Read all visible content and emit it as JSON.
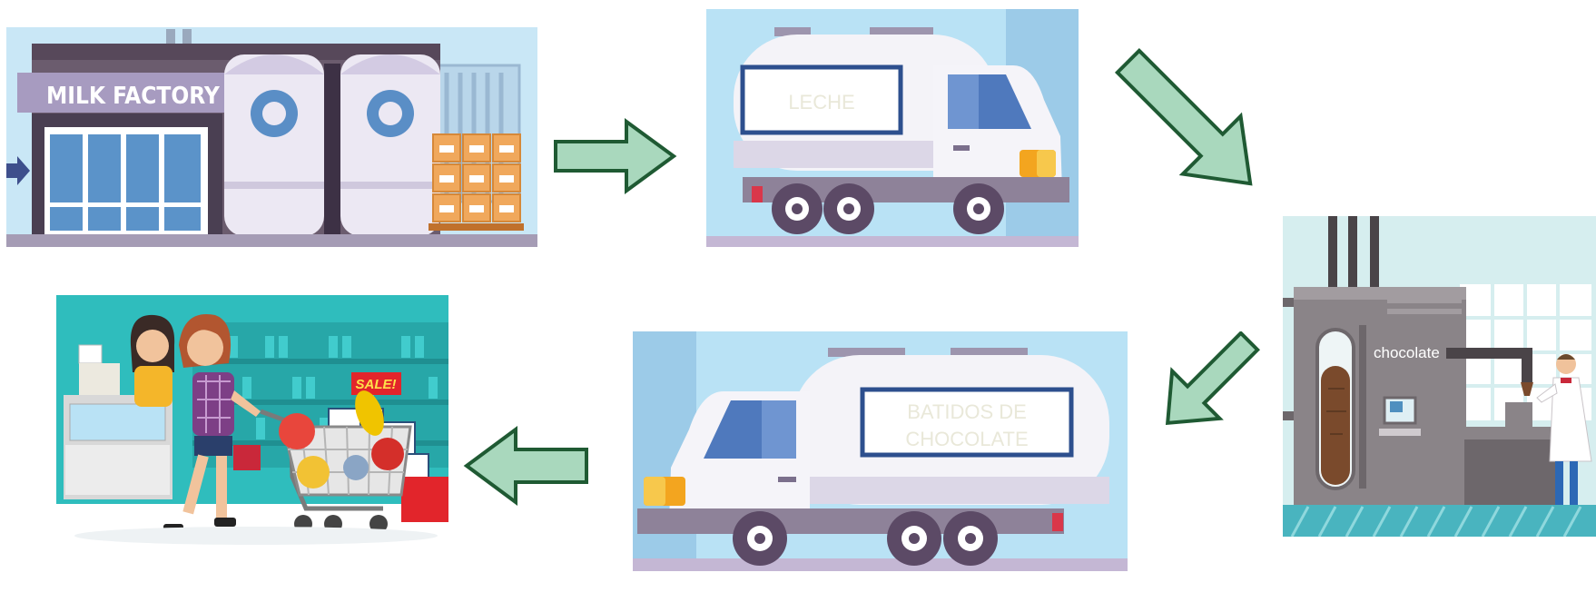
{
  "factory": {
    "sign": "MILK FACTORY"
  },
  "truck_top": {
    "label": "LECHE"
  },
  "chocolate_plant": {
    "label": "chocolate"
  },
  "truck_bottom": {
    "label_line1": "BATIDOS DE",
    "label_line2": "CHOCOLATE"
  },
  "store": {
    "sale_sign": "SALE!"
  },
  "colors": {
    "arrow_fill": "#a9d8bd",
    "arrow_stroke": "#1f5a33",
    "sky": "#b9e2f5",
    "truck_outline": "#2d4f8e",
    "truck_label_text": "#e9e8d9",
    "store_bg": "#2fbdbd"
  },
  "icons": [
    "milk-factory-illustration",
    "tanker-truck-illustration",
    "chocolate-machine-illustration",
    "supermarket-illustration",
    "flow-arrow-icon"
  ]
}
